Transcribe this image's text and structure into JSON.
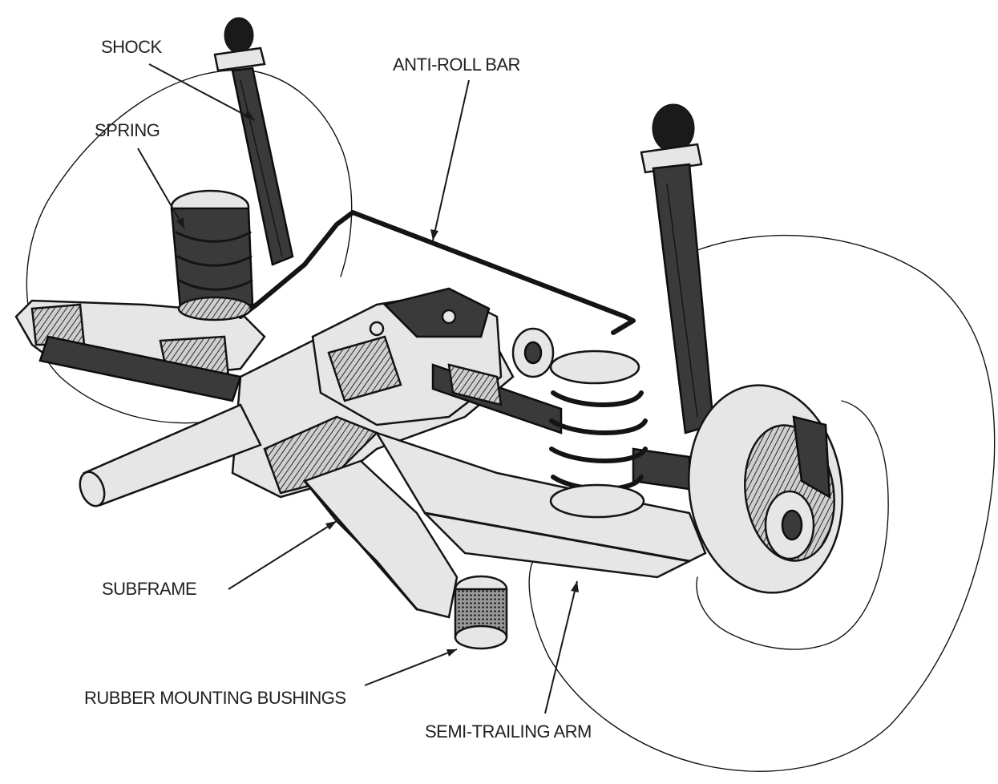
{
  "labels": {
    "shock": "SHOCK",
    "anti_roll_bar": "ANTI-ROLL BAR",
    "spring": "SPRING",
    "subframe": "SUBFRAME",
    "rubber_mounting_bushings": "RUBBER MOUNTING BUSHINGS",
    "semi_trailing_arm": "SEMI-TRAILING ARM"
  },
  "colors": {
    "ink": "#141414",
    "paper": "#ffffff",
    "label_text": "#222222"
  }
}
